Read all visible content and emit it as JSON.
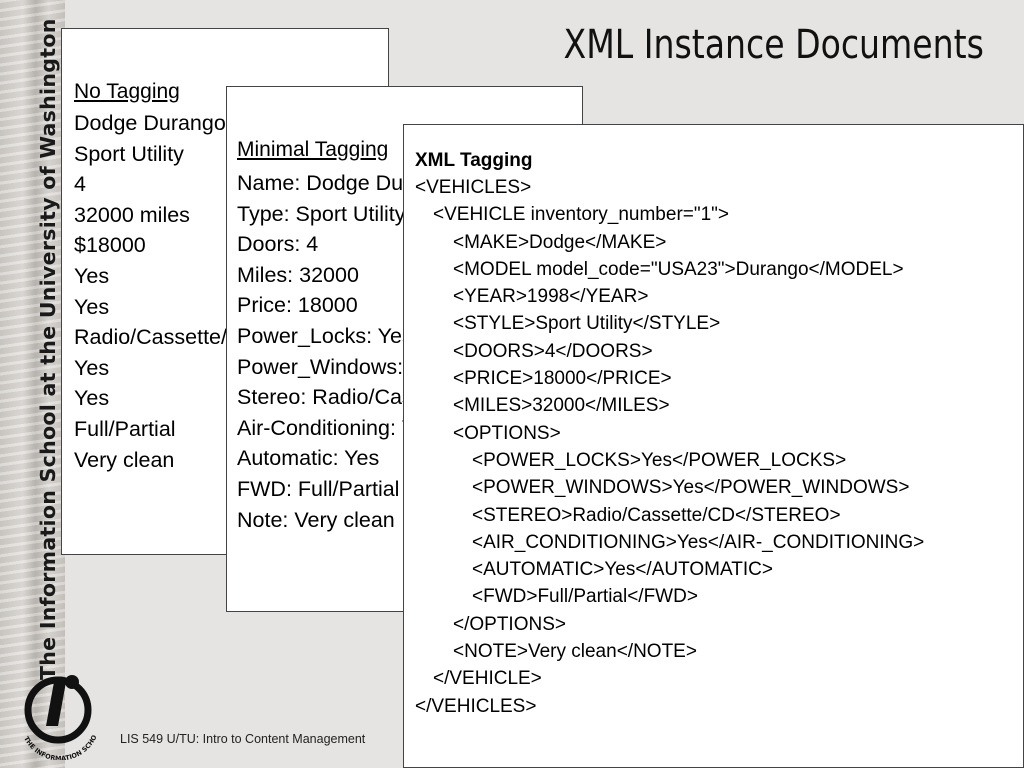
{
  "slide": {
    "title": "XML Instance Documents",
    "footer": "LIS 549 U/TU: Intro to Content Management",
    "side_text": "The Information School at the University of Washington",
    "logo": {
      "icon": "ischool-logo-icon",
      "ring_text": "THE INFORMATION SCHOOL"
    }
  },
  "no_tagging": {
    "title": "No Tagging",
    "lines": [
      "Dodge Durango",
      "Sport Utility",
      "4",
      "32000 miles",
      "$18000",
      "Yes",
      "Yes",
      "Radio/Cassette/CD",
      "Yes",
      "Yes",
      "Full/Partial",
      "Very clean"
    ]
  },
  "minimal_tagging": {
    "title": "Minimal  Tagging",
    "lines": [
      "Name: Dodge Durango",
      "Type: Sport Utility",
      "Doors: 4",
      "Miles: 32000",
      "Price: 18000",
      "Power_Locks: Yes",
      "Power_Windows: Yes",
      "Stereo: Radio/Cassette/CD",
      "Air-Conditioning: Yes",
      "Automatic: Yes",
      "FWD: Full/Partial",
      "Note: Very clean"
    ]
  },
  "xml_tagging": {
    "title": "XML Tagging",
    "lines": [
      {
        "text": "<VEHICLES>",
        "indent": 0
      },
      {
        "text": "<VEHICLE inventory_number=\"1\">",
        "indent": 1
      },
      {
        "text": "<MAKE>Dodge</MAKE>",
        "indent": 2
      },
      {
        "text": "<MODEL model_code=\"USA23\">Durango</MODEL>",
        "indent": 2
      },
      {
        "text": "<YEAR>1998</YEAR>",
        "indent": 2
      },
      {
        "text": "<STYLE>Sport Utility</STYLE>",
        "indent": 2
      },
      {
        "text": "<DOORS>4</DOORS>",
        "indent": 2
      },
      {
        "text": "<PRICE>18000</PRICE>",
        "indent": 2
      },
      {
        "text": "<MILES>32000</MILES>",
        "indent": 2
      },
      {
        "text": "<OPTIONS>",
        "indent": 2
      },
      {
        "text": "<POWER_LOCKS>Yes</POWER_LOCKS>",
        "indent": 3
      },
      {
        "text": "<POWER_WINDOWS>Yes</POWER_WINDOWS>",
        "indent": 3
      },
      {
        "text": "<STEREO>Radio/Cassette/CD</STEREO>",
        "indent": 3
      },
      {
        "text": "<AIR_CONDITIONING>Yes</AIR-_CONDITIONING>",
        "indent": 3
      },
      {
        "text": "<AUTOMATIC>Yes</AUTOMATIC>",
        "indent": 3
      },
      {
        "text": "<FWD>Full/Partial</FWD>",
        "indent": 3
      },
      {
        "text": "</OPTIONS>",
        "indent": 2
      },
      {
        "text": "<NOTE>Very clean</NOTE>",
        "indent": 2
      },
      {
        "text": "</VEHICLE>",
        "indent": 1
      },
      {
        "text": "</VEHICLES>",
        "indent": 0
      }
    ]
  }
}
